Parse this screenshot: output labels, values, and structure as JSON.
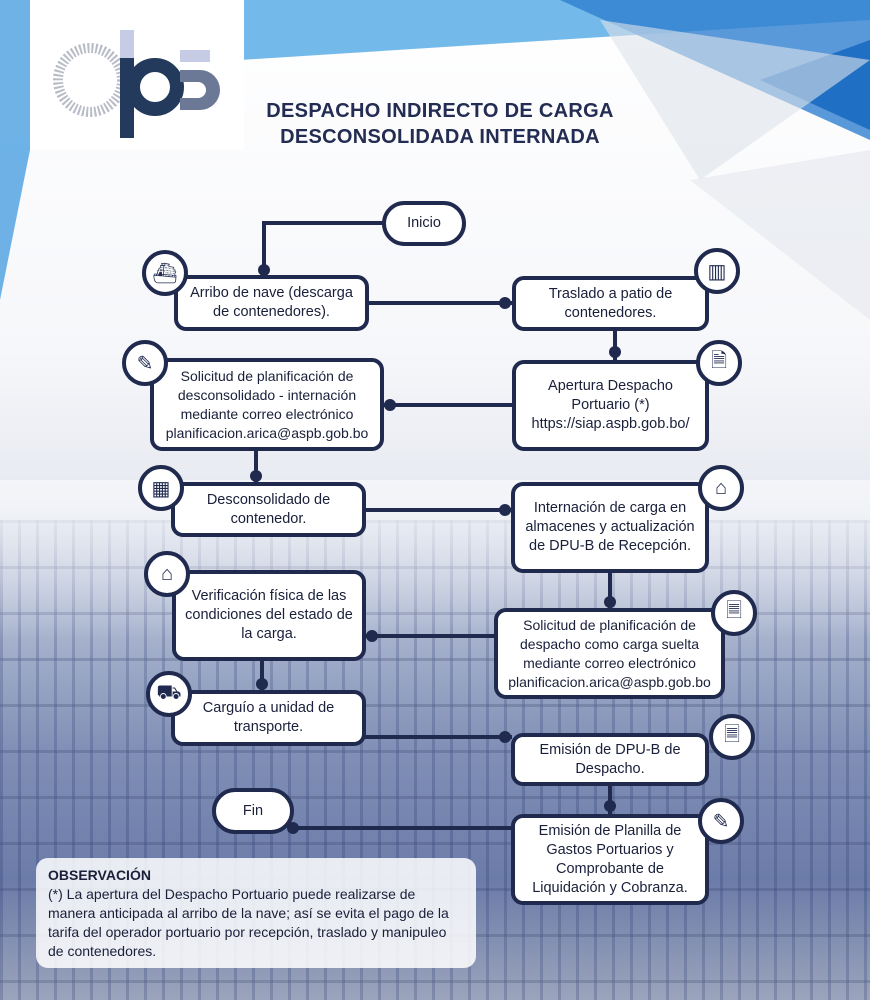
{
  "header": {
    "title_line1": "DESPACHO INDIRECTO DE CARGA",
    "title_line2": "DESCONSOLIDADA INTERNADA",
    "logo_text": "ASPB"
  },
  "flow": {
    "start": "Inicio",
    "end": "Fin",
    "steps": [
      {
        "text": "Arribo de nave (descarga de contenedores).",
        "icon": "ship-icon"
      },
      {
        "text": "Traslado a patio de contenedores.",
        "icon": "crane-container-icon"
      },
      {
        "text": "Apertura Despacho Portuario (*) https://siap.aspb.gob.bo/",
        "icon": "documents-pen-icon"
      },
      {
        "text": "Solicitud de planificación de desconsolidado - internación mediante correo electrónico planificacion.arica@aspb.gob.bo",
        "icon": "form-pen-icon"
      },
      {
        "text": "Desconsolidado de contenedor.",
        "icon": "boxes-icon"
      },
      {
        "text": "Internación de carga en almacenes y actualización de DPU-B de Recepción.",
        "icon": "warehouse-worker-icon"
      },
      {
        "text": "Solicitud de planificación de despacho como carga suelta mediante correo electrónico planificacion.arica@aspb.gob.bo",
        "icon": "document-icon"
      },
      {
        "text": "Verificación física de las condiciones del estado de la carga.",
        "icon": "warehouse-worker-icon"
      },
      {
        "text": "Carguío a unidad de transporte.",
        "icon": "truck-icon"
      },
      {
        "text": "Emisión de DPU-B de Despacho.",
        "icon": "document-icon"
      },
      {
        "text": "Emisión de Planilla de Gastos Portuarios y Comprobante de Liquidación y Cobranza.",
        "icon": "form-pen-icon"
      }
    ]
  },
  "observation": {
    "title": "OBSERVACIÓN",
    "text": "(*) La apertura del Despacho Portuario puede realizarse de manera anticipada al arribo de la nave; así se evita el pago de la tarifa del operador portuario por recepción, traslado y manipuleo de contenedores."
  },
  "colors": {
    "navy": "#1f2a4e",
    "accent_blue": "#4a9fe0"
  }
}
